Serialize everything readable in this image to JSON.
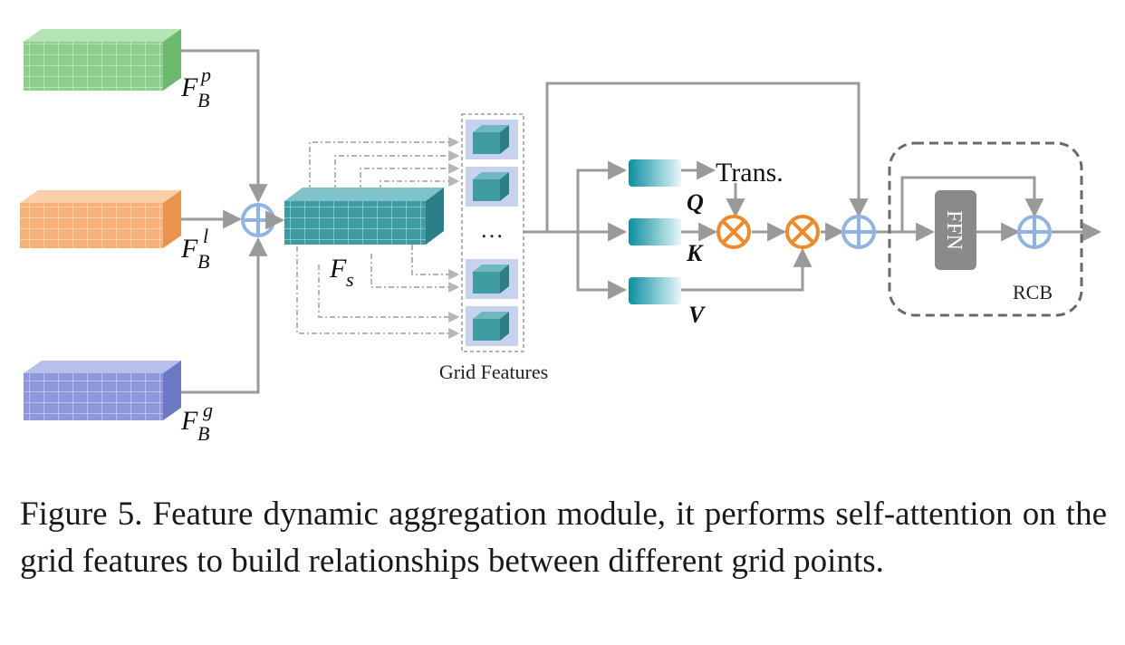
{
  "diagram": {
    "inputs": {
      "p": {
        "base": "F",
        "sub": "B",
        "sup": "p",
        "color": "#8ccf8c"
      },
      "l": {
        "base": "F",
        "sub": "B",
        "sup": "l",
        "color": "#f7b27a"
      },
      "g": {
        "base": "F",
        "sub": "B",
        "sup": "g",
        "color": "#8d98dc"
      }
    },
    "fused": {
      "base": "F",
      "sub": "s",
      "color": "#3e9aa3"
    },
    "grid_features_label": "Grid Features",
    "ellipsis": "…",
    "qkv": {
      "q": "Q",
      "k": "K",
      "v": "V"
    },
    "trans_label": "Trans.",
    "ffn_label": "FFN",
    "rcb_label": "RCB",
    "colors": {
      "arrow": "#9a9a9a",
      "add_circle": "#8fb4e3",
      "mul_circle": "#ee8a2a",
      "cube": "#3f9aa2",
      "qkv_gradient_start": "#0a8fa0",
      "ffn_box": "#8a8a8a"
    }
  },
  "caption": "Figure 5. Feature dynamic aggregation module, it performs self-attention on the grid features to build relationships between different grid points."
}
